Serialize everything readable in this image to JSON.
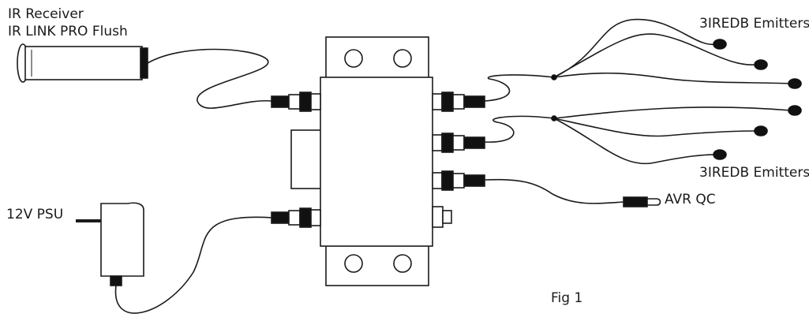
{
  "labels": {
    "ir_receiver": "IR Receiver",
    "ir_link_pro_flush": "IR LINK PRO Flush",
    "emitters_top": "3IREDB Emitters",
    "emitters_bottom": "3IREDB Emitters",
    "psu": "12V PSU",
    "avr_qc": "AVR QC",
    "figure": "Fig 1"
  },
  "colors": {
    "line": "#1a1a1a",
    "fill": "#ffffff",
    "plug": "#111111"
  }
}
